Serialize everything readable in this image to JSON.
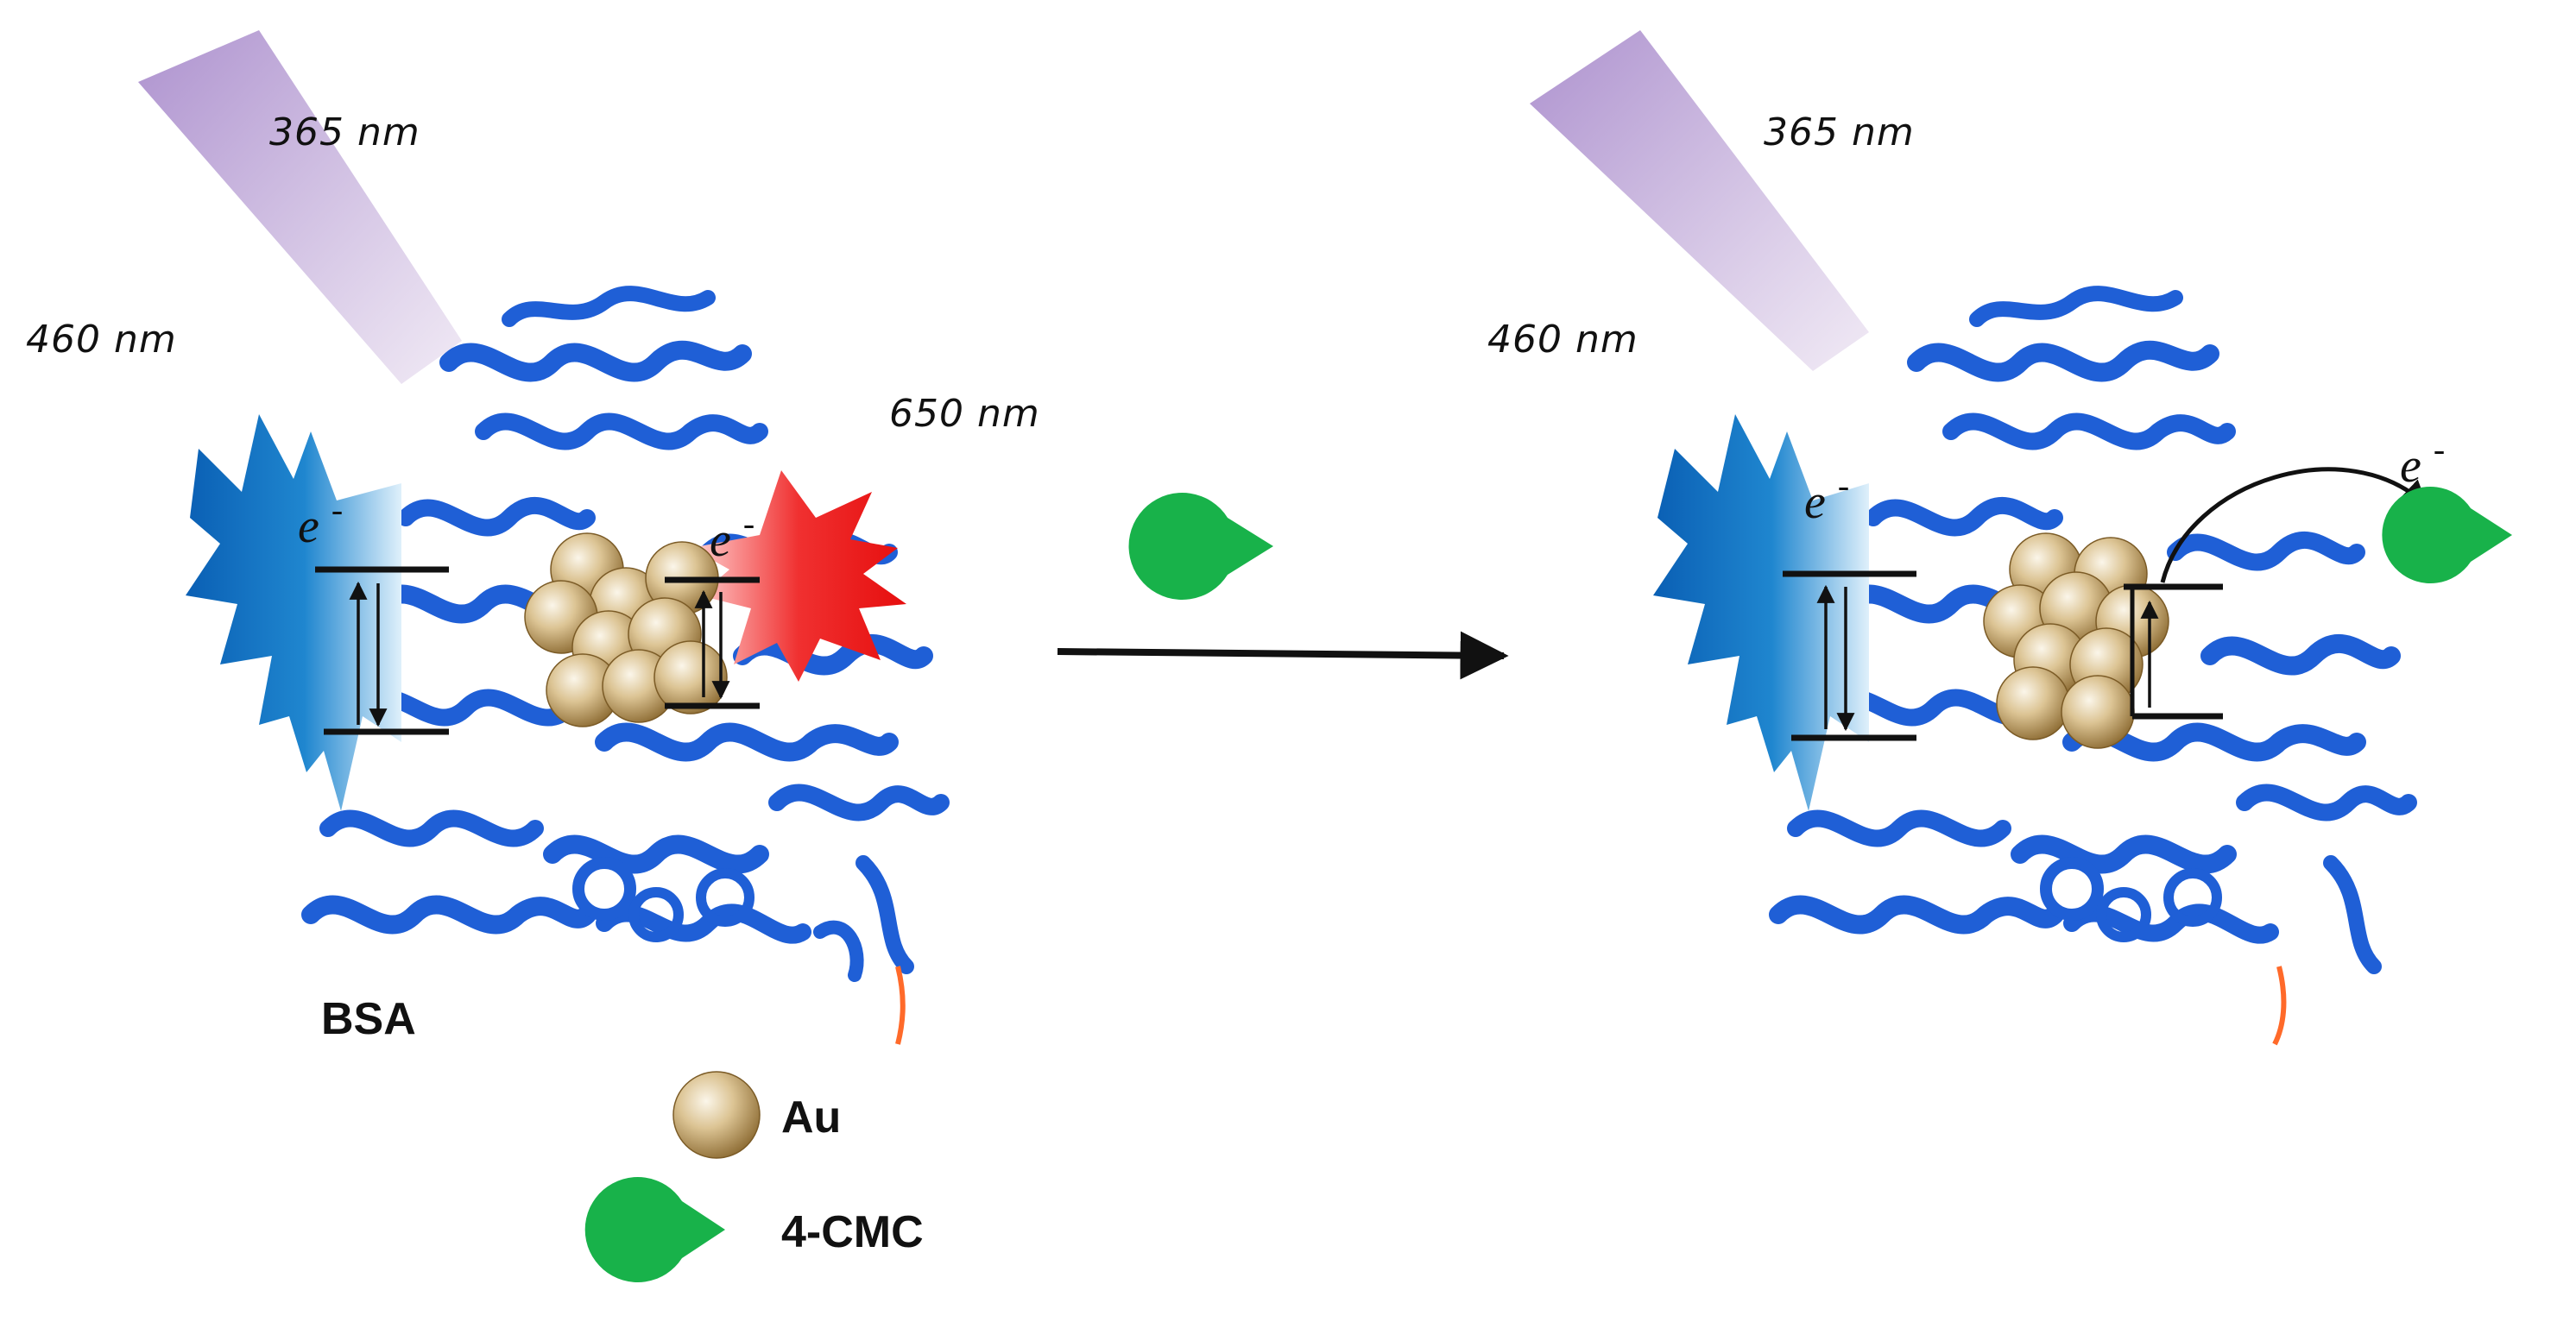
{
  "labels": {
    "left_uv": "365 nm",
    "left_blue": "460 nm",
    "left_red": "650 nm",
    "right_uv": "365 nm",
    "right_blue": "460 nm",
    "protein": "BSA",
    "electron": "e",
    "electron_sup": "-"
  },
  "legend": {
    "gold": "Au",
    "quencher": "4-CMC"
  },
  "colors": {
    "protein": "#1f5fd6",
    "gold": "#c9ab73",
    "uv_beam": "#c9b3dc",
    "blue_emission": "#1b73c6",
    "red_emission": "#f01414",
    "quencher": "#18b24a",
    "ink": "#111111"
  },
  "icons": {
    "electron_path": "curved-arrow-icon",
    "process": "reaction-arrow-icon"
  }
}
